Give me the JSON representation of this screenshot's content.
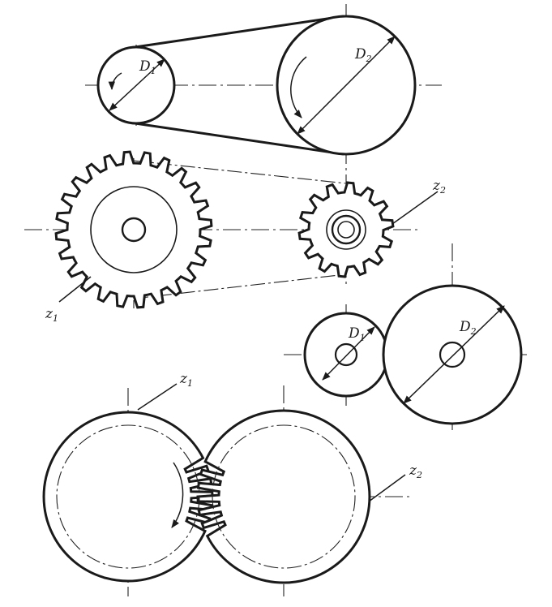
{
  "labels": {
    "belt_small": "D1",
    "belt_large": "D2",
    "gear_big_z": "z1",
    "gear_small_z": "z2",
    "friction_small": "D1",
    "friction_large": "D2",
    "sector_left_z": "z1",
    "sector_right_z": "z2"
  }
}
